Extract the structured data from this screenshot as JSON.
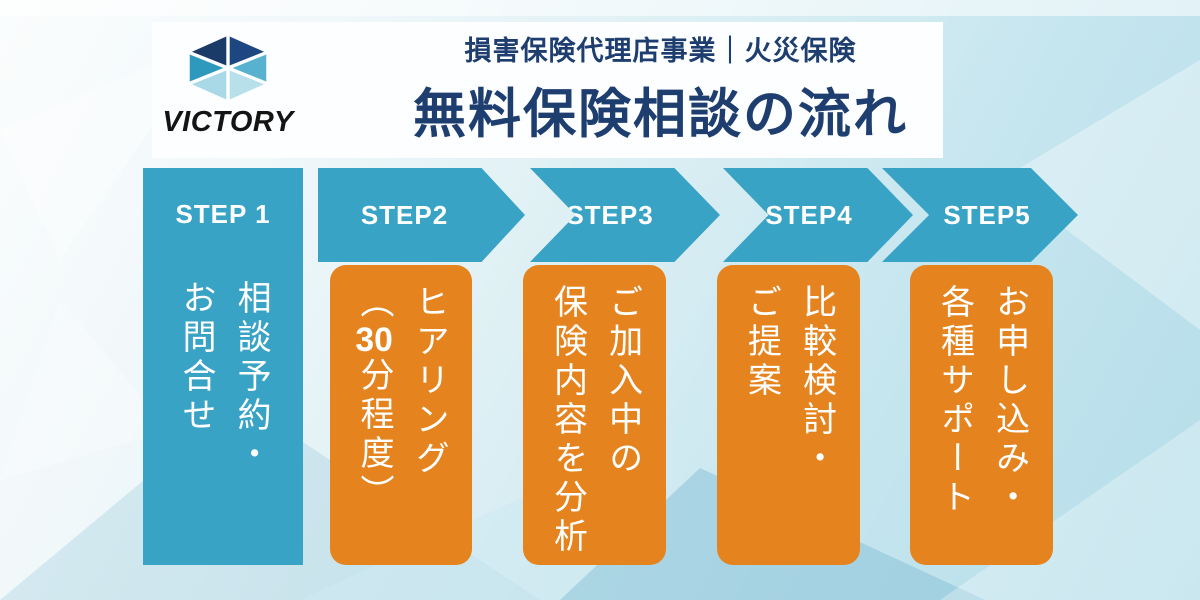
{
  "header": {
    "brand_name": "VICTORY",
    "subtitle": "損害保険代理店事業｜火災保険",
    "title": "無料保険相談の流れ"
  },
  "logo": {
    "top_left": "#1a3a68",
    "top_right": "#1d4781",
    "mid_left": "#2f98bd",
    "mid_right": "#57b1cf",
    "bottom_left": "#a9d9e6",
    "bottom_right": "#b7e0eb"
  },
  "colors": {
    "title_navy": "#1e3e70",
    "step_teal": "#39a3c5",
    "box_orange": "#e5831e",
    "text_white": "#ffffff"
  },
  "steps": [
    {
      "label": "STEP 1",
      "line1": "相談予約・",
      "line2": "お問合せ"
    },
    {
      "label": "STEP2",
      "line1": "ヒアリング",
      "line2_pre": "（",
      "line2_tcy": "30",
      "line2_post": "分程度）"
    },
    {
      "label": "STEP3",
      "line1": "ご加入中の",
      "line2": "保険内容を分析"
    },
    {
      "label": "STEP4",
      "line1": "比較検討・",
      "line2": "ご提案"
    },
    {
      "label": "STEP5",
      "line1": "お申し込み・",
      "line2": "各種サポート"
    }
  ]
}
